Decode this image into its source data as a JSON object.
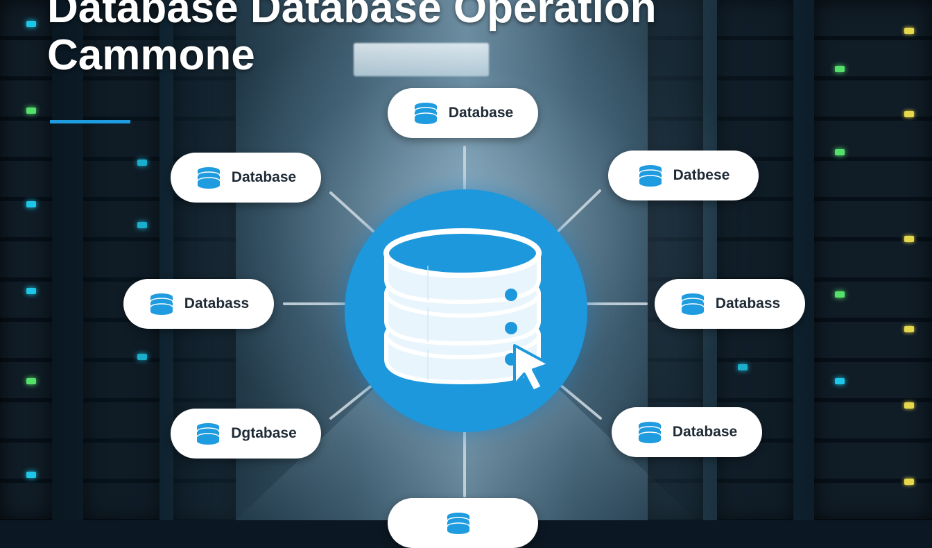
{
  "title": {
    "line1": "Database Database Operation",
    "line2": "Cammone"
  },
  "hub": {
    "icon": "database-cursor-icon"
  },
  "nodes": [
    {
      "label": "Database",
      "icon": "database-icon"
    },
    {
      "label": "Datbese",
      "icon": "database-icon"
    },
    {
      "label": "Databass",
      "icon": "database-icon"
    },
    {
      "label": "Database",
      "icon": "database-icon"
    },
    {
      "label": "Dgtabase",
      "icon": "database-icon"
    },
    {
      "label": "Databass",
      "icon": "database-icon"
    },
    {
      "label": "Database",
      "icon": "database-icon"
    },
    {
      "label": "",
      "icon": "database-icon"
    }
  ],
  "colors": {
    "accent": "#1f9ce0",
    "hub": "#1d98dc",
    "pill": "#ffffff",
    "label_text": "#1e2a35",
    "connector": "#c9d6de"
  }
}
